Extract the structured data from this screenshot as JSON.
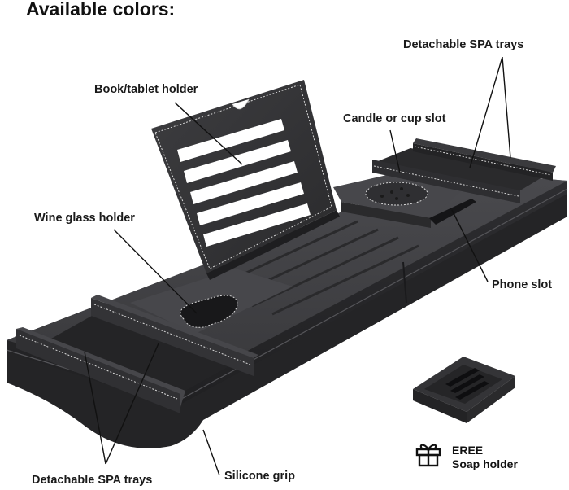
{
  "heading": "Available colors:",
  "labels": {
    "book_tablet_holder": "Book/tablet holder",
    "candle_cup_slot": "Candle or cup slot",
    "spa_trays_top": "Detachable SPA trays",
    "wine_glass_holder": "Wine glass holder",
    "phone_slot": "Phone slot",
    "spa_trays_bottom": "Detachable SPA trays",
    "silicone_grip": "Silicone grip"
  },
  "promo": {
    "line1": "EREE",
    "line2": "Soap holder",
    "icon": "gift-icon"
  },
  "colors": {
    "tray_dark": "#2b2b2d",
    "tray_mid": "#3a3a3d",
    "tray_light": "#4a4a4e",
    "stitch": "#d8d8d8",
    "text": "#111111"
  }
}
